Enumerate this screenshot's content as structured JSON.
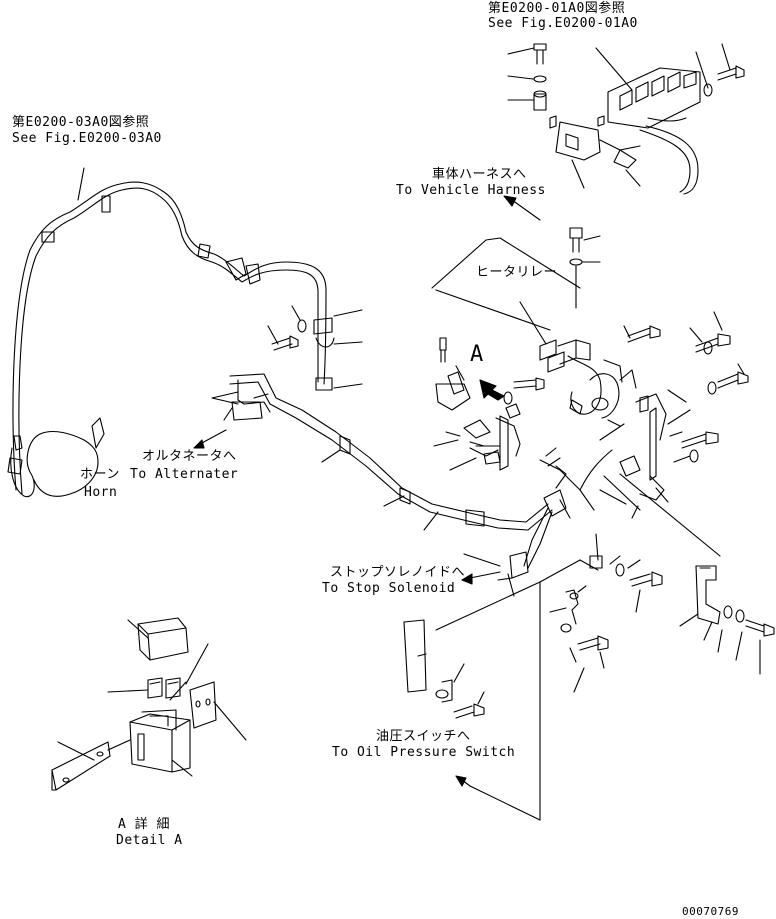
{
  "diagram": {
    "ref_top": {
      "jp": "第E0200-01A0図参照",
      "en": "See Fig.E0200-01A0"
    },
    "ref_left": {
      "jp": "第E0200-03A0図参照",
      "en": "See Fig.E0200-03A0"
    },
    "vehicle_harness": {
      "jp": "車体ハーネスへ",
      "en": "To Vehicle Harness"
    },
    "heater_relay": {
      "jp": "ヒータリレー"
    },
    "view_marker": "A",
    "alternator": {
      "jp": "オルタネータへ",
      "en": "To Alternater"
    },
    "horn": {
      "jp": "ホーン",
      "en": "Horn"
    },
    "stop_solenoid": {
      "jp": "ストップソレノイドへ",
      "en": "To Stop Solenoid"
    },
    "oil_pressure": {
      "jp": "油圧スイッチへ",
      "en": "To Oil Pressure Switch"
    },
    "detail_a": {
      "jp": "A 詳 細",
      "en": "Detail A"
    },
    "drawing_number": "00070769",
    "stroke_color": "#000000",
    "background_color": "#ffffff"
  }
}
